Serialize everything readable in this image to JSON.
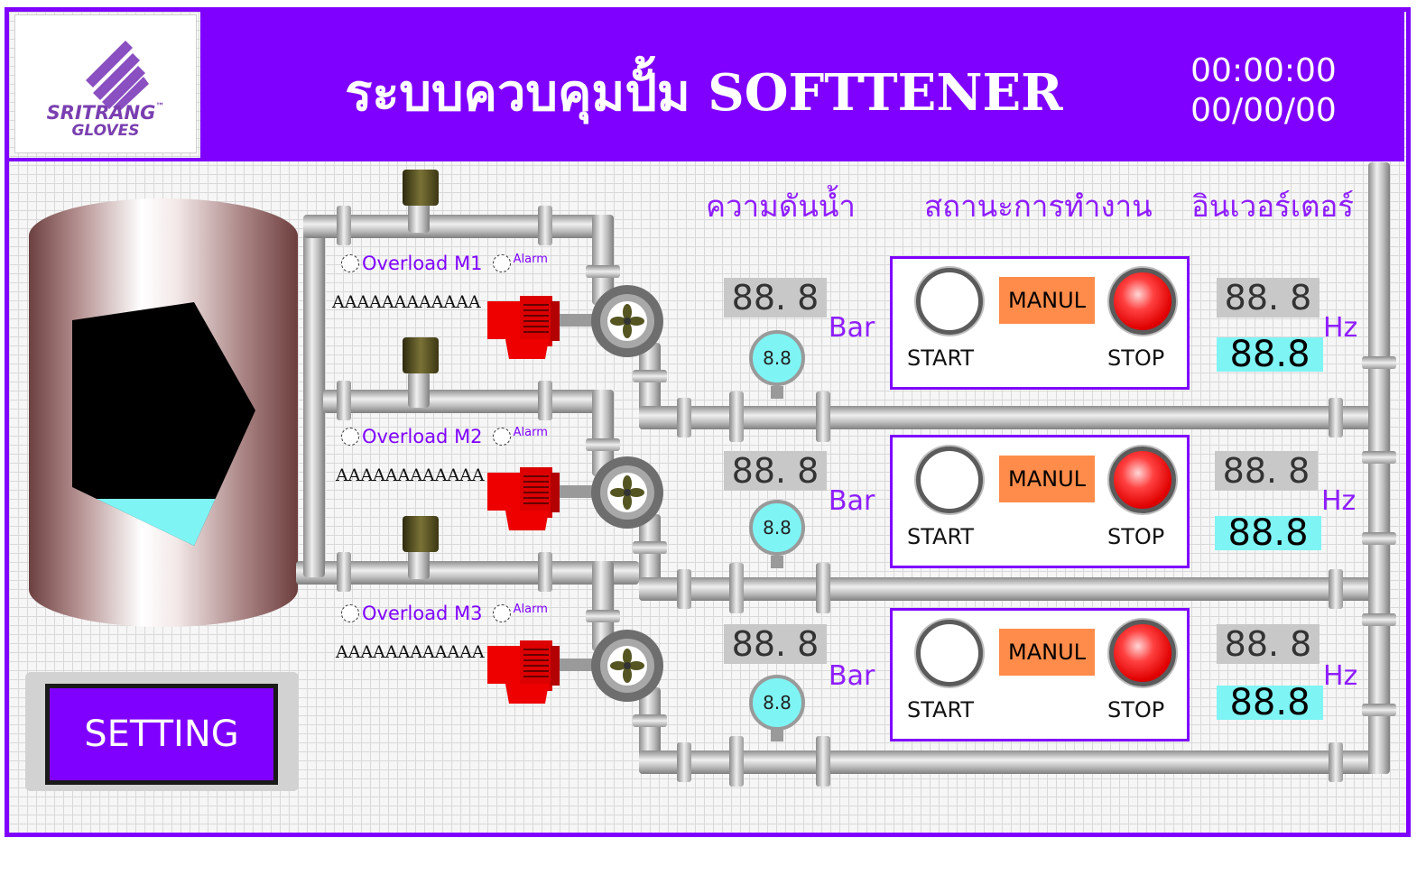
{
  "header": {
    "title": "ระบบควบคุมปั้ม SOFTTENER",
    "time": "00:00:00",
    "date": "00/00/00",
    "logo_line1": "SRITRANG",
    "logo_line2": "GLOVES",
    "logo_tm": "™"
  },
  "sections": {
    "pressure": "ความดันน้ำ",
    "status": "สถานะการทำงาน",
    "inverter": "อินเวอร์เตอร์"
  },
  "tank": {
    "level_fraction": 0.2
  },
  "pumps": [
    {
      "overload_label": "Overload M1",
      "alarm_label": "Alarm",
      "marquee": "AAAAAAAAAAAA",
      "pressure_readout": "88. 8",
      "pressure_unit": "Bar",
      "gauge_value": "8.8",
      "mode_label": "MANUL",
      "start_label": "START",
      "stop_label": "STOP",
      "freq_readout": "88. 8",
      "freq_unit": "Hz",
      "freq_value": "88.8"
    },
    {
      "overload_label": "Overload M2",
      "alarm_label": "Alarm",
      "marquee": "AAAAAAAAAAAA",
      "pressure_readout": "88. 8",
      "pressure_unit": "Bar",
      "gauge_value": "8.8",
      "mode_label": "MANUL",
      "start_label": "START",
      "stop_label": "STOP",
      "freq_readout": "88. 8",
      "freq_unit": "Hz",
      "freq_value": "88.8"
    },
    {
      "overload_label": "Overload M3",
      "alarm_label": "Alarm",
      "marquee": "AAAAAAAAAAAA",
      "pressure_readout": "88. 8",
      "pressure_unit": "Bar",
      "gauge_value": "8.8",
      "mode_label": "MANUL",
      "start_label": "START",
      "stop_label": "STOP",
      "freq_readout": "88. 8",
      "freq_unit": "Hz",
      "freq_value": "88.8"
    }
  ],
  "setting_button": "SETTING",
  "colors": {
    "accent": "#7f00ff",
    "label_purple": "#8f1dff",
    "stop_red": "#e00000",
    "mode_orange": "#ff8c4a",
    "readout_cyan": "#7ff4f4",
    "pump_red": "#ee0000",
    "water": "#7ff4f4"
  },
  "icons": {
    "logo": "sritrang-gloves-logo",
    "pump": "centrifugal-pump-icon",
    "motor": "electric-motor-icon",
    "valve": "actuator-valve-icon"
  }
}
